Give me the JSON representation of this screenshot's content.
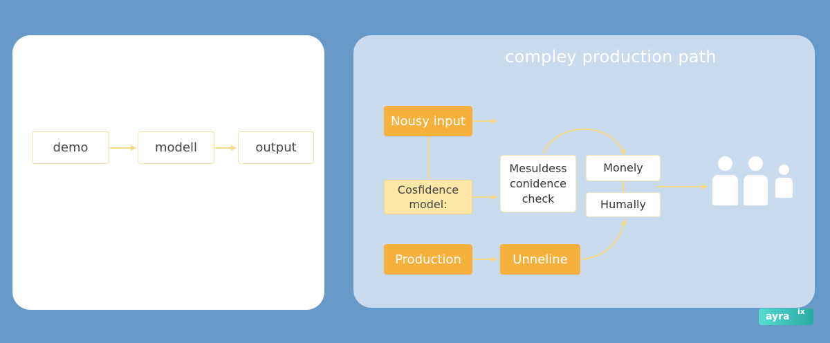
{
  "left_panel": {
    "nodes": [
      "demo",
      "modell",
      "output"
    ]
  },
  "right_panel": {
    "title": "compley production path",
    "nodes": {
      "noisy_input": "Nousy input",
      "confidence_model_line1": "Cosfidence",
      "confidence_model_line2": "model:",
      "production": "Production",
      "unneline": "Unneline",
      "check_line1": "Mesuldess",
      "check_line2": "conidence",
      "check_line3": "check",
      "monely": "Monely",
      "humally": "Humally"
    },
    "users_icon": "users-group-icon"
  },
  "badge": {
    "text": "ayra",
    "suffix": "ix"
  },
  "colors": {
    "background": "#6699c8",
    "right_panel": "#c9dbed",
    "orange": "#f6b13d",
    "yellow": "#fbe7a6",
    "connector": "#f6d784",
    "badge": "#3cc3b8"
  }
}
